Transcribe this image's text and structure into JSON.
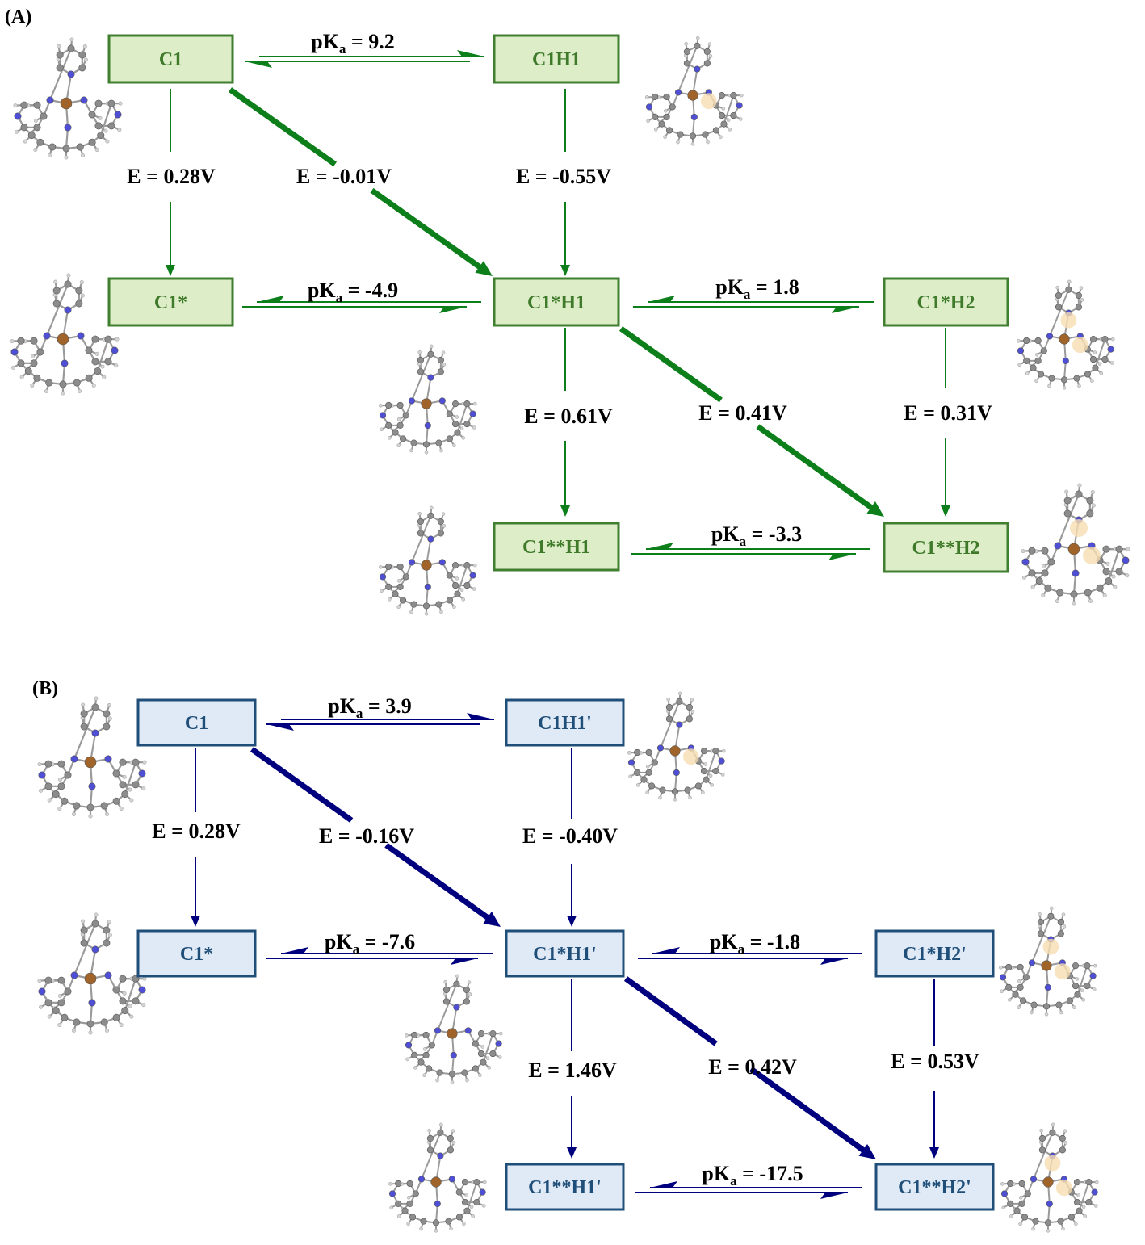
{
  "colors": {
    "green_stroke": "#3f7f2f",
    "green_fill": "#dcedc8",
    "green_text": "#3e7a2a",
    "green_arrow": "#0d7f1a",
    "blue_stroke": "#1f4e79",
    "blue_fill": "#dfeaf6",
    "blue_text": "#1f4e79",
    "blue_arrow": "#00007f",
    "label_text": "#000000",
    "carbon": "#8c8c8c",
    "nitrogen": "#4f4fd6",
    "metal": "#a0642a",
    "hydrogen_highlight": "#f6ddb0"
  },
  "panels": [
    {
      "id": "A",
      "label": "(A)",
      "theme": "green",
      "nodes": [
        {
          "id": "C1",
          "label": "C1"
        },
        {
          "id": "C1H1",
          "label": "C1H1"
        },
        {
          "id": "C1s",
          "label": "C1*"
        },
        {
          "id": "C1sH1",
          "label": "C1*H1"
        },
        {
          "id": "C1sH2",
          "label": "C1*H2"
        },
        {
          "id": "C1ssH1",
          "label": "C1**H1"
        },
        {
          "id": "C1ssH2",
          "label": "C1**H2"
        }
      ],
      "edges": [
        {
          "id": "A-pka-top",
          "prefix": "pK",
          "sub": "a",
          "value": " = 9.2"
        },
        {
          "id": "A-pka-mid1",
          "prefix": "pK",
          "sub": "a",
          "value": " = -4.9"
        },
        {
          "id": "A-pka-mid2",
          "prefix": "pK",
          "sub": "a",
          "value": " = 1.8"
        },
        {
          "id": "A-pka-bot",
          "prefix": "pK",
          "sub": "a",
          "value": " = -3.3"
        },
        {
          "id": "A-e-c1",
          "text": "E = 0.28V"
        },
        {
          "id": "A-e-diag1",
          "text": "E = -0.01V"
        },
        {
          "id": "A-e-c1h1",
          "text": "E = -0.55V"
        },
        {
          "id": "A-e-c1sh1",
          "text": "E = 0.61V"
        },
        {
          "id": "A-e-diag2",
          "text": "E = 0.41V"
        },
        {
          "id": "A-e-c1sh2",
          "text": "E = 0.31V"
        }
      ]
    },
    {
      "id": "B",
      "label": "(B)",
      "theme": "blue",
      "nodes": [
        {
          "id": "C1",
          "label": "C1"
        },
        {
          "id": "C1H1",
          "label": "C1H1'"
        },
        {
          "id": "C1s",
          "label": "C1*"
        },
        {
          "id": "C1sH1",
          "label": "C1*H1'"
        },
        {
          "id": "C1sH2",
          "label": "C1*H2'"
        },
        {
          "id": "C1ssH1",
          "label": "C1**H1'"
        },
        {
          "id": "C1ssH2",
          "label": "C1**H2'"
        }
      ],
      "edges": [
        {
          "id": "B-pka-top",
          "prefix": "pK",
          "sub": "a",
          "value": " = 3.9"
        },
        {
          "id": "B-pka-mid1",
          "prefix": "pK",
          "sub": "a",
          "value": " = -7.6"
        },
        {
          "id": "B-pka-mid2",
          "prefix": "pK",
          "sub": "a",
          "value": " = -1.8"
        },
        {
          "id": "B-pka-bot",
          "prefix": "pK",
          "sub": "a",
          "value": " = -17.5"
        },
        {
          "id": "B-e-c1",
          "text": "E = 0.28V"
        },
        {
          "id": "B-e-diag1",
          "text": "E = -0.16V"
        },
        {
          "id": "B-e-c1h1",
          "text": "E = -0.40V"
        },
        {
          "id": "B-e-c1sh1",
          "text": "E = 1.46V"
        },
        {
          "id": "B-e-diag2",
          "text": "E = 0.42V"
        },
        {
          "id": "B-e-c1sh2",
          "text": "E = 0.53V"
        }
      ]
    }
  ]
}
